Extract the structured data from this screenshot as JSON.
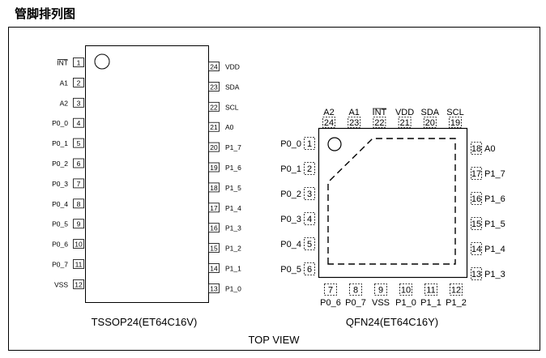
{
  "title": "管脚排列图",
  "tssop": {
    "caption": "TSSOP24(ET64C16V)",
    "left_pins": [
      {
        "num": "1",
        "name": "INT",
        "overline": true
      },
      {
        "num": "2",
        "name": "A1"
      },
      {
        "num": "3",
        "name": "A2"
      },
      {
        "num": "4",
        "name": "P0_0"
      },
      {
        "num": "5",
        "name": "P0_1"
      },
      {
        "num": "6",
        "name": "P0_2"
      },
      {
        "num": "7",
        "name": "P0_3"
      },
      {
        "num": "8",
        "name": "P0_4"
      },
      {
        "num": "9",
        "name": "P0_5"
      },
      {
        "num": "10",
        "name": "P0_6"
      },
      {
        "num": "11",
        "name": "P0_7"
      },
      {
        "num": "12",
        "name": "VSS"
      }
    ],
    "right_pins": [
      {
        "num": "24",
        "name": "VDD"
      },
      {
        "num": "23",
        "name": "SDA"
      },
      {
        "num": "22",
        "name": "SCL"
      },
      {
        "num": "21",
        "name": "A0"
      },
      {
        "num": "20",
        "name": "P1_7"
      },
      {
        "num": "19",
        "name": "P1_6"
      },
      {
        "num": "18",
        "name": "P1_5"
      },
      {
        "num": "17",
        "name": "P1_4"
      },
      {
        "num": "16",
        "name": "P1_3"
      },
      {
        "num": "15",
        "name": "P1_2"
      },
      {
        "num": "14",
        "name": "P1_1"
      },
      {
        "num": "13",
        "name": "P1_0"
      }
    ]
  },
  "qfn": {
    "caption": "QFN24(ET64C16Y)",
    "top_pins": [
      {
        "num": "24",
        "name": "A2"
      },
      {
        "num": "23",
        "name": "A1"
      },
      {
        "num": "22",
        "name": "INT",
        "overline": true
      },
      {
        "num": "21",
        "name": "VDD"
      },
      {
        "num": "20",
        "name": "SDA"
      },
      {
        "num": "19",
        "name": "SCL"
      }
    ],
    "left_pins": [
      {
        "num": "1",
        "name": "P0_0"
      },
      {
        "num": "2",
        "name": "P0_1"
      },
      {
        "num": "3",
        "name": "P0_2"
      },
      {
        "num": "4",
        "name": "P0_3"
      },
      {
        "num": "5",
        "name": "P0_4"
      },
      {
        "num": "6",
        "name": "P0_5"
      }
    ],
    "right_pins": [
      {
        "num": "18",
        "name": "A0"
      },
      {
        "num": "17",
        "name": "P1_7"
      },
      {
        "num": "16",
        "name": "P1_6"
      },
      {
        "num": "15",
        "name": "P1_5"
      },
      {
        "num": "14",
        "name": "P1_4"
      },
      {
        "num": "13",
        "name": "P1_3"
      }
    ],
    "bottom_pins": [
      {
        "num": "7",
        "name": "P0_6"
      },
      {
        "num": "8",
        "name": "P0_7"
      },
      {
        "num": "9",
        "name": "VSS"
      },
      {
        "num": "10",
        "name": "P1_0"
      },
      {
        "num": "11",
        "name": "P1_1"
      },
      {
        "num": "12",
        "name": "P1_2"
      }
    ]
  },
  "footer": "TOP VIEW"
}
